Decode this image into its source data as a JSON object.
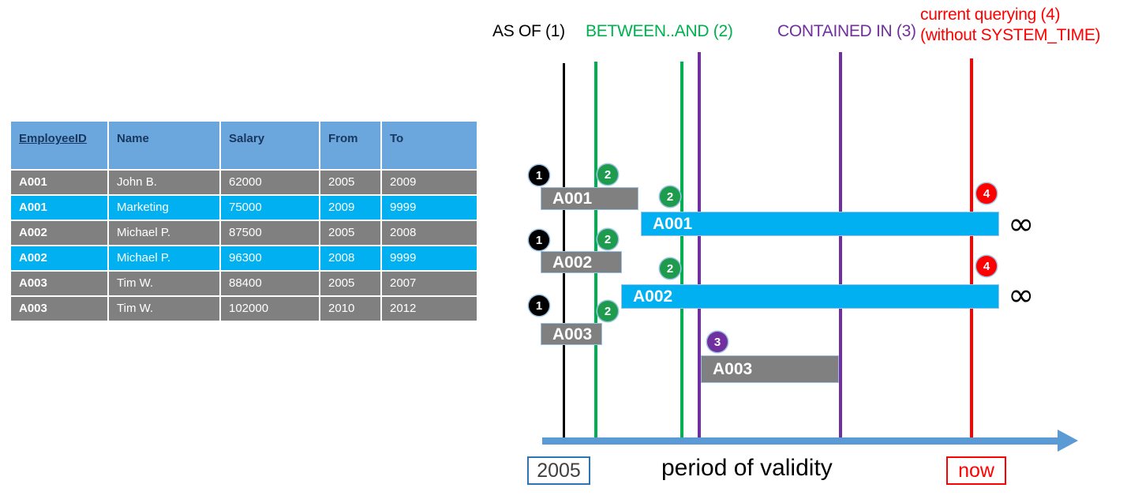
{
  "table": {
    "columns": [
      "EmployeeID",
      "Name",
      "Salary",
      "From",
      "To"
    ],
    "rows": [
      {
        "style": "gray",
        "cells": [
          "A001",
          "John  B.",
          "62000",
          "2005",
          "2009"
        ]
      },
      {
        "style": "cyan",
        "cells": [
          "A001",
          "Marketing",
          "75000",
          "2009",
          "9999"
        ]
      },
      {
        "style": "gray",
        "cells": [
          "A002",
          "Michael P.",
          "87500",
          "2005",
          "2008"
        ]
      },
      {
        "style": "cyan",
        "cells": [
          "A002",
          "Michael P.",
          "96300",
          "2008",
          "9999"
        ]
      },
      {
        "style": "gray",
        "cells": [
          "A003",
          "Tim W.",
          "88400",
          "2005",
          "2007"
        ]
      },
      {
        "style": "gray",
        "cells": [
          "A003",
          "Tim W.",
          "102000",
          "2010",
          "2012"
        ]
      }
    ]
  },
  "diagram": {
    "legend": [
      {
        "id": "asof",
        "text": "AS OF (1)",
        "color": "#000000"
      },
      {
        "id": "between",
        "text": "BETWEEN..AND (2)",
        "color": "#00B050"
      },
      {
        "id": "contained",
        "text": "CONTAINED IN (3)",
        "color": "#7030A0"
      },
      {
        "id": "current",
        "line1": "current querying (4)",
        "line2": "(without SYSTEM_TIME)",
        "color": "#FF0000"
      }
    ],
    "bars": [
      {
        "id": "a001-historic",
        "label": "A001",
        "style": "gray"
      },
      {
        "id": "a001-current",
        "label": "A001",
        "style": "cyan"
      },
      {
        "id": "a002-historic",
        "label": "A002",
        "style": "gray"
      },
      {
        "id": "a002-current",
        "label": "A002",
        "style": "cyan"
      },
      {
        "id": "a003-historic",
        "label": "A003",
        "style": "gray"
      },
      {
        "id": "a003-second",
        "label": "A003",
        "style": "gray"
      }
    ],
    "markers": [
      {
        "id": "m1-a001",
        "num": "1",
        "style": "m1"
      },
      {
        "id": "m2-a001",
        "num": "2",
        "style": "m2"
      },
      {
        "id": "m2-a001b",
        "num": "2",
        "style": "m2"
      },
      {
        "id": "m4-a001",
        "num": "4",
        "style": "m4"
      },
      {
        "id": "m1-a002",
        "num": "1",
        "style": "m1"
      },
      {
        "id": "m2-a002",
        "num": "2",
        "style": "m2"
      },
      {
        "id": "m2-a002b",
        "num": "2",
        "style": "m2"
      },
      {
        "id": "m4-a002",
        "num": "4",
        "style": "m4"
      },
      {
        "id": "m1-a003",
        "num": "1",
        "style": "m1"
      },
      {
        "id": "m2-a003",
        "num": "2",
        "style": "m2"
      },
      {
        "id": "m3-a003",
        "num": "3",
        "style": "m3"
      }
    ],
    "infinity_symbols": [
      "∞",
      "∞"
    ],
    "axis": {
      "start_label": "2005",
      "end_label": "now",
      "caption": "period of validity"
    },
    "colors": {
      "black_line": "#000000",
      "green_line": "#00B050",
      "purple_line": "#7030A0",
      "red_line": "#FF0000",
      "axis": "#5B9BD5",
      "gray_bar": "#808080",
      "cyan_bar": "#00B0F0",
      "header": "#6BA7DC"
    }
  }
}
